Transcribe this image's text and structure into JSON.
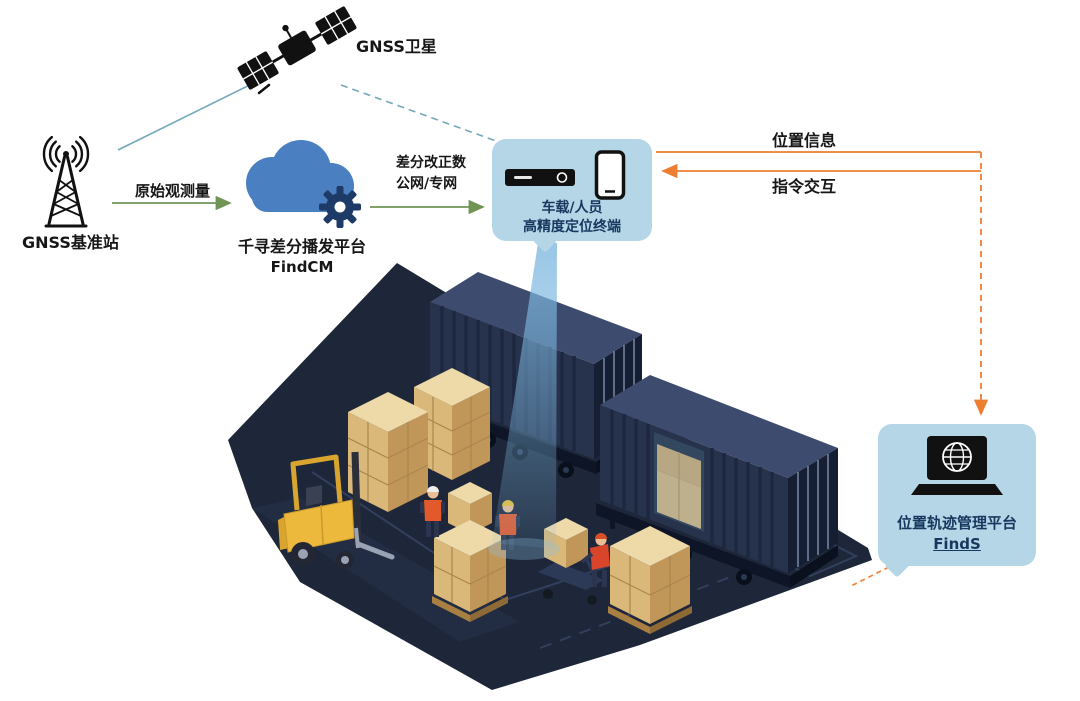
{
  "diagram": {
    "satellite_label": "GNSS卫星",
    "base_station_label": "GNSS基准站",
    "raw_observation_label": "原始观测量",
    "correction_label_line1": "差分改正数",
    "correction_label_line2": "公网/专网",
    "cloud_platform_line1": "千寻差分播发平台",
    "cloud_platform_line2": "FindCM",
    "position_info_label": "位置信息",
    "command_label": "指令交互",
    "terminal_card": {
      "line1": "车载/人员",
      "line2": "高精度定位终端"
    },
    "management_card": {
      "line1": "位置轨迹管理平台",
      "line2": "FindS"
    }
  },
  "colors": {
    "accent_orange": "#ed7d31",
    "arrow_green": "#6f9454",
    "line_teal": "#74a7b8",
    "card_blue": "#b5d6e7",
    "card_text": "#17375e",
    "cloud_blue": "#4a7fc1",
    "gear_navy": "#1e3a66",
    "floor_navy": "#1d2739",
    "container_navy": "#27324d",
    "box_tan": "#d9b87a",
    "forklift_yellow": "#ecb93c"
  }
}
